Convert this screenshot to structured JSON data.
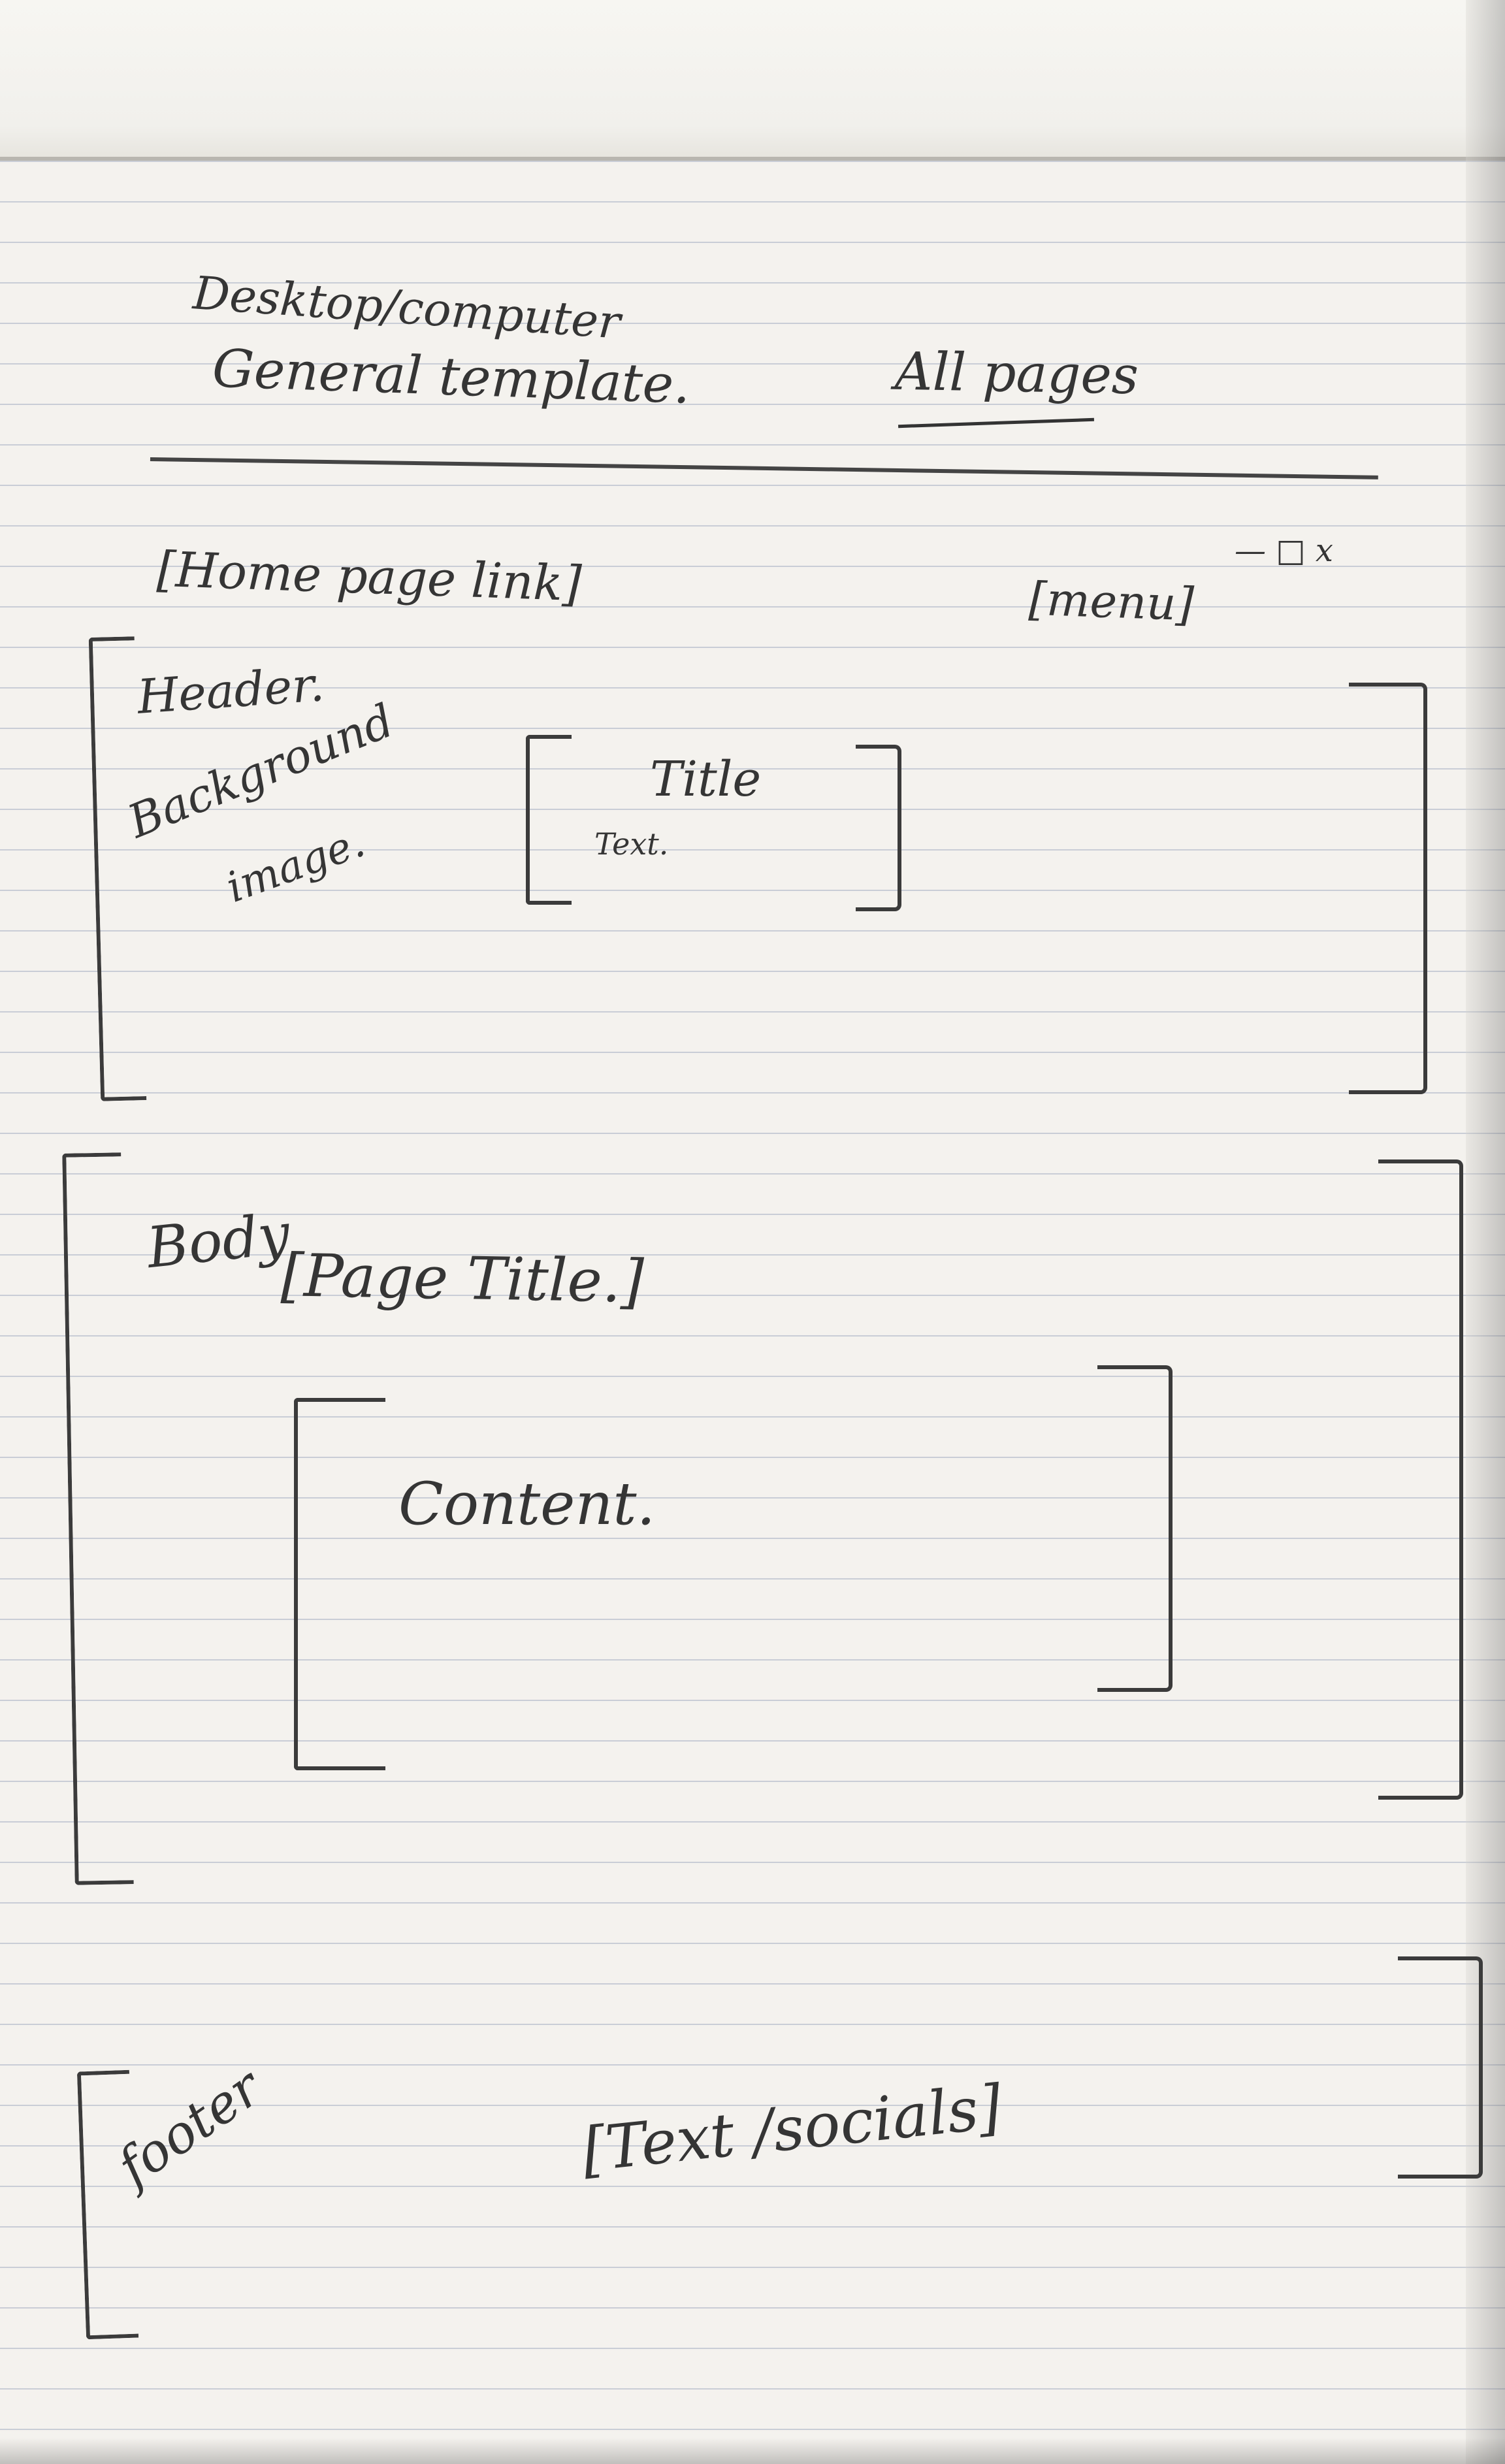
{
  "header_notes": {
    "line1": "Desktop/computer",
    "line2": "General template.",
    "all_pages": "All pages"
  },
  "top_nav": {
    "home_link": "[Home page link]",
    "menu": "[menu]",
    "window_controls": "— □ x"
  },
  "header_section": {
    "label": "Header.",
    "background_label_1": "Background",
    "background_label_2": "image.",
    "title_box": {
      "title": "Title",
      "text": "Text."
    }
  },
  "body_section": {
    "label": "Body",
    "page_title": "[Page Title.]",
    "content": "Content."
  },
  "footer_section": {
    "label": "footer",
    "text_socials": "[Text /socials]"
  }
}
